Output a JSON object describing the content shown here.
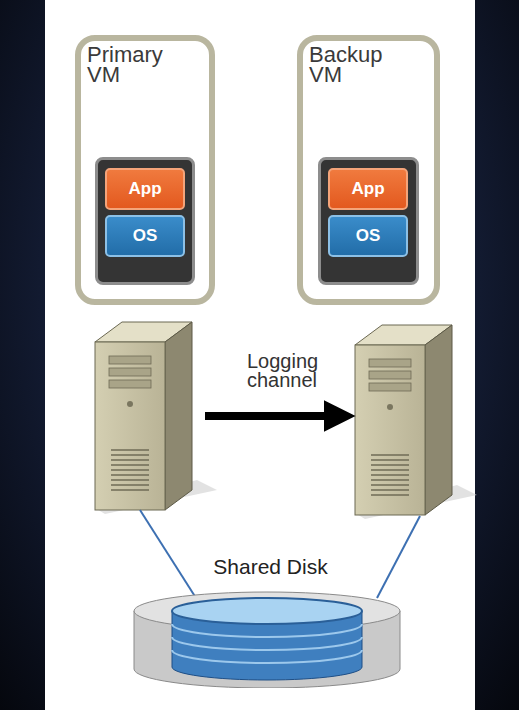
{
  "diagram": {
    "nodes": [
      {
        "text": [
          "Primary VM"
        ]
      },
      {
        "text": [
          "App"
        ],
        "in": 0
      },
      {
        "text": [
          "OS"
        ],
        "in": 0
      },
      {
        "text": [
          "Backup VM"
        ]
      },
      {
        "text": [
          "App"
        ],
        "in": 3
      },
      {
        "text": [
          "OS"
        ],
        "in": 3
      },
      {
        "text": [
          "Shared Disk"
        ]
      }
    ],
    "labels": [
      "Logging channel"
    ]
  }
}
